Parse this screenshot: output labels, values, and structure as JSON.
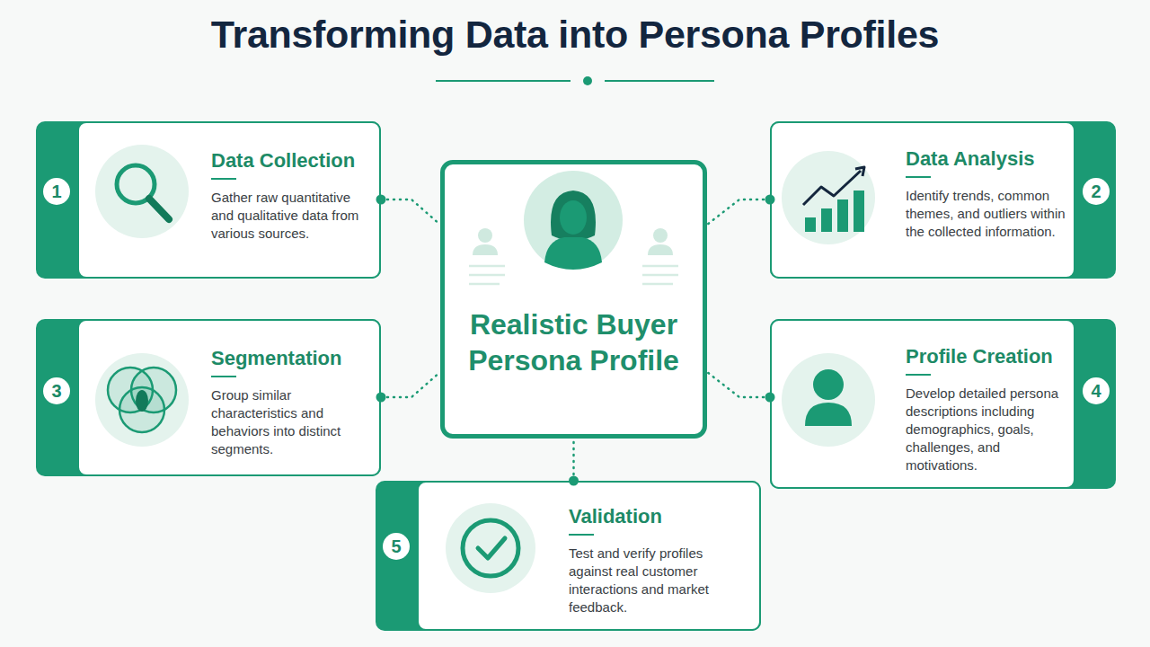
{
  "diagram": {
    "title": "Transforming Data into Persona Profiles",
    "nodes": [
      {
        "text": [
          "1",
          "Data Collection",
          "Gather raw quantitative and qualitative data from various sources."
        ]
      },
      {
        "text": [
          "Realistic Buyer Persona Profile"
        ]
      },
      {
        "text": [
          "2",
          "Data Analysis",
          "Identify trends, common themes, and outliers within the collected information."
        ]
      },
      {
        "text": [
          "3",
          "Segmentation",
          "Group similar characteristics and behaviors into distinct segments."
        ]
      },
      {
        "text": [
          "4",
          "Profile Creation",
          "Develop detailed persona descriptions including demographics, goals, challenges, and motivations."
        ]
      },
      {
        "text": [
          "5",
          "Validation",
          "Test and verify profiles against real customer interactions and market feedback."
        ]
      }
    ],
    "edges": [
      {
        "from": 0,
        "to": 1,
        "arrow": "none"
      },
      {
        "from": 2,
        "to": 1,
        "arrow": "none"
      },
      {
        "from": 3,
        "to": 1,
        "arrow": "none"
      },
      {
        "from": 4,
        "to": 1,
        "arrow": "none"
      },
      {
        "from": 5,
        "to": 1,
        "arrow": "none"
      }
    ]
  }
}
